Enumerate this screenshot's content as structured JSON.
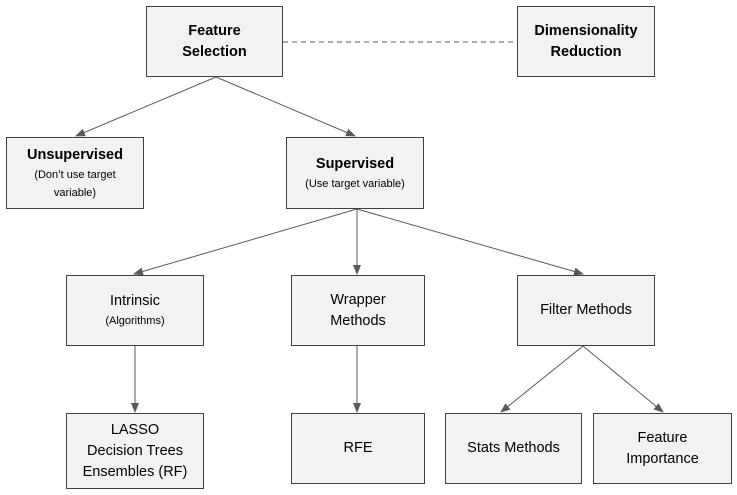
{
  "nodes": {
    "feature_selection": {
      "title": "Feature\nSelection"
    },
    "dimensionality_reduction": {
      "title": "Dimensionality\nReduction"
    },
    "unsupervised": {
      "title": "Unsupervised",
      "subtitle": "(Don’t use target\nvariable)"
    },
    "supervised": {
      "title": "Supervised",
      "subtitle": "(Use target variable)"
    },
    "intrinsic": {
      "title": "Intrinsic",
      "subtitle": "(Algorithms)"
    },
    "wrapper": {
      "title": "Wrapper\nMethods"
    },
    "filter": {
      "title": "Filter Methods"
    },
    "intrinsic_examples": {
      "title": "LASSO\nDecision Trees\nEnsembles (RF)"
    },
    "rfe": {
      "title": "RFE"
    },
    "stats": {
      "title": "Stats Methods"
    },
    "feature_importance": {
      "title": "Feature\nImportance"
    }
  },
  "colors": {
    "box_fill": "#f2f2f2",
    "box_border": "#404040",
    "line": "#595959"
  }
}
